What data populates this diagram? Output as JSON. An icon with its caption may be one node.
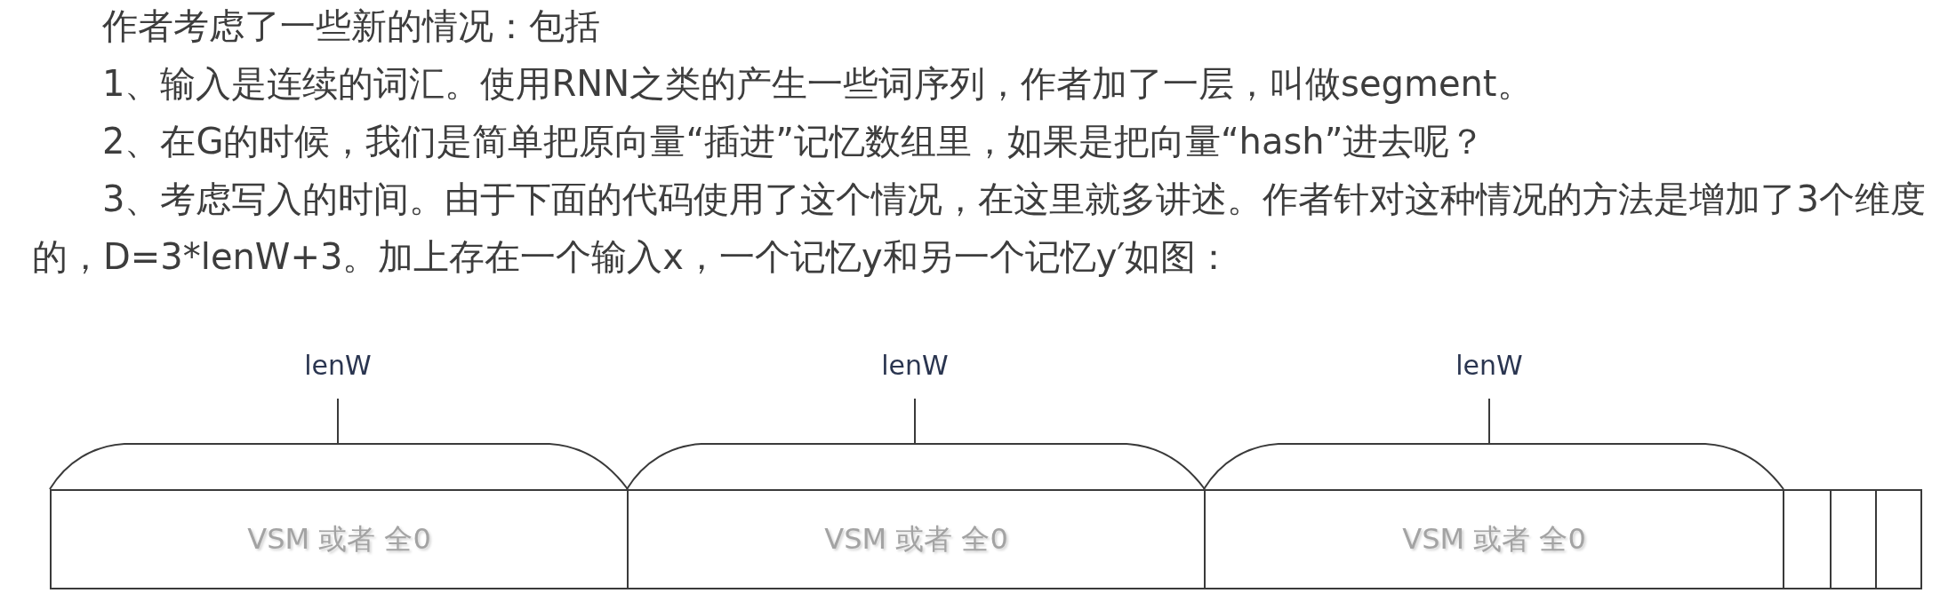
{
  "diagram": {
    "nodes": [
      {
        "text": [
          "VSM 或者 全0"
        ]
      },
      {
        "text": [
          "VSM 或者 全0"
        ]
      },
      {
        "text": [
          "VSM 或者 全0"
        ]
      },
      {
        "text": [],
        "shape": "box"
      },
      {
        "text": [],
        "shape": "box"
      },
      {
        "text": [],
        "shape": "box"
      }
    ],
    "labels": [
      "作者考虑了一些新的情况：包括",
      "1、输入是连续的词汇。使用RNN之类的产生一些词序列，作者加了一层，叫做segment。",
      "2、在G的时候，我们是简单把原向量“插进”记忆数组里，如果是把向量“hash”进去呢？",
      "3、考虑写入的时间。由于下面的代码使用了这个情况，在这里就多讲述。作者针对这种情况的方法是增加了3个维度的，D=3*lenW+3。加上存在一个输入x，一个记忆y和另一个记忆y′如图：",
      "lenW",
      "lenW",
      "lenW"
    ]
  }
}
